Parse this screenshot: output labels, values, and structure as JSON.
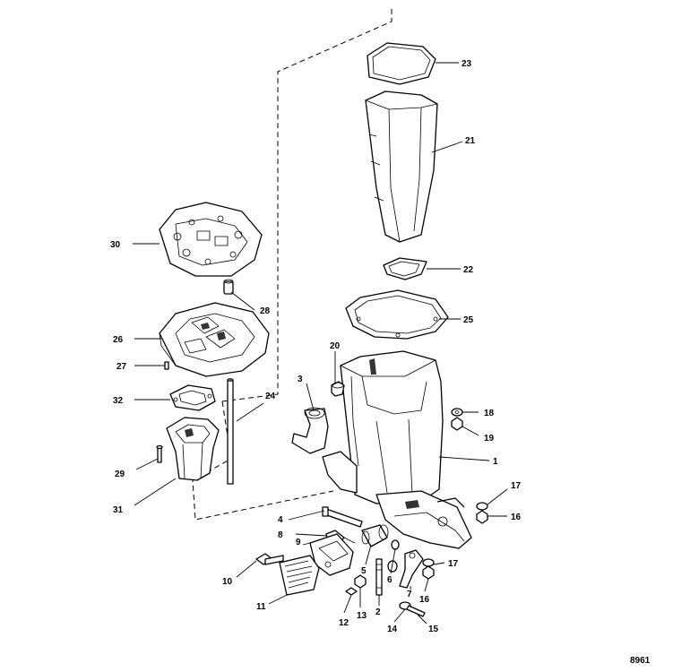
{
  "figure_id": "8961",
  "callouts": {
    "c1": "1",
    "c2": "2",
    "c3": "3",
    "c4": "4",
    "c5": "5",
    "c6": "6",
    "c7": "7",
    "c8": "8",
    "c9": "9",
    "c10": "10",
    "c11": "11",
    "c12": "12",
    "c13": "13",
    "c14": "14",
    "c15": "15",
    "c16a": "16",
    "c16b": "16",
    "c17a": "17",
    "c17b": "17",
    "c18": "18",
    "c19": "19",
    "c20": "20",
    "c21": "21",
    "c22": "22",
    "c23": "23",
    "c24": "24",
    "c25": "25",
    "c26": "26",
    "c27": "27",
    "c28": "28",
    "c29": "29",
    "c30": "30",
    "c31": "31",
    "c32": "32"
  }
}
